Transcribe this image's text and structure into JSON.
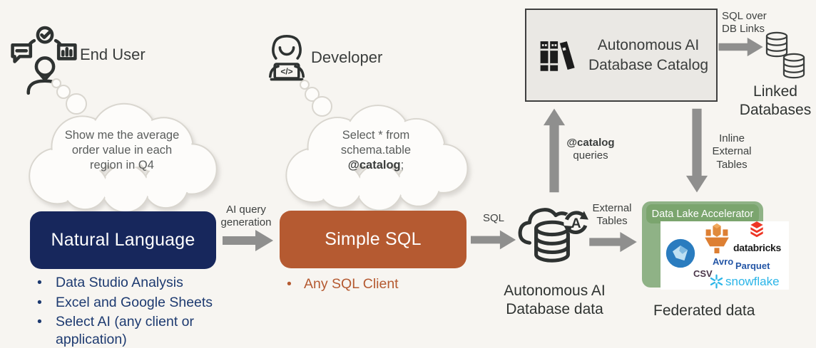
{
  "palette": {
    "background": "#f7f5f1",
    "navy_box": "#17275c",
    "rust_box": "#b55a31",
    "green_box": "#8fb286",
    "green_chip": "#7ba56e",
    "arrow_gray": "#8f8f8e",
    "catalog_fill": "#eae8e4",
    "snowflake_blue": "#2bb5e8",
    "databricks_red": "#ee3524",
    "aws_orange": "#dd7f33",
    "iceberg_blue": "#2a7cbf"
  },
  "end_user": {
    "label": "End User",
    "thought": [
      "Show me the average",
      "order value in each",
      "region in Q4"
    ]
  },
  "developer": {
    "label": "Developer",
    "thought": [
      "Select * from",
      "schema.table"
    ],
    "thought_bold": "@catalog",
    "thought_end": ";"
  },
  "natural_language": {
    "title": "Natural Language",
    "bullets": [
      "Data Studio Analysis",
      "Excel and Google Sheets",
      "Select AI (any client or application)"
    ]
  },
  "simple_sql": {
    "title": "Simple SQL",
    "bullet": "Any SQL Client"
  },
  "arrows": {
    "ai_query": [
      "AI query",
      "generation"
    ],
    "sql": "SQL",
    "external_tables": [
      "External",
      "Tables"
    ],
    "catalog_queries": {
      "bold": "@catalog",
      "rest": "queries"
    },
    "sql_over_db": [
      "SQL over",
      "DB Links"
    ],
    "inline_external": [
      "Inline",
      "External",
      "Tables"
    ]
  },
  "catalog_box": {
    "title": [
      "Autonomous AI",
      "Database Catalog"
    ]
  },
  "linked_databases": {
    "label": [
      "Linked",
      "Databases"
    ]
  },
  "autonomous_db": {
    "label": [
      "Autonomous AI",
      "Database data"
    ]
  },
  "data_lake": {
    "title": "Data Lake Accelerator",
    "logos": {
      "databricks": "databricks",
      "snowflake": "snowflake",
      "avro": "Avro",
      "parquet": "Parquet",
      "csv": "CSV"
    },
    "caption": "Federated data"
  }
}
